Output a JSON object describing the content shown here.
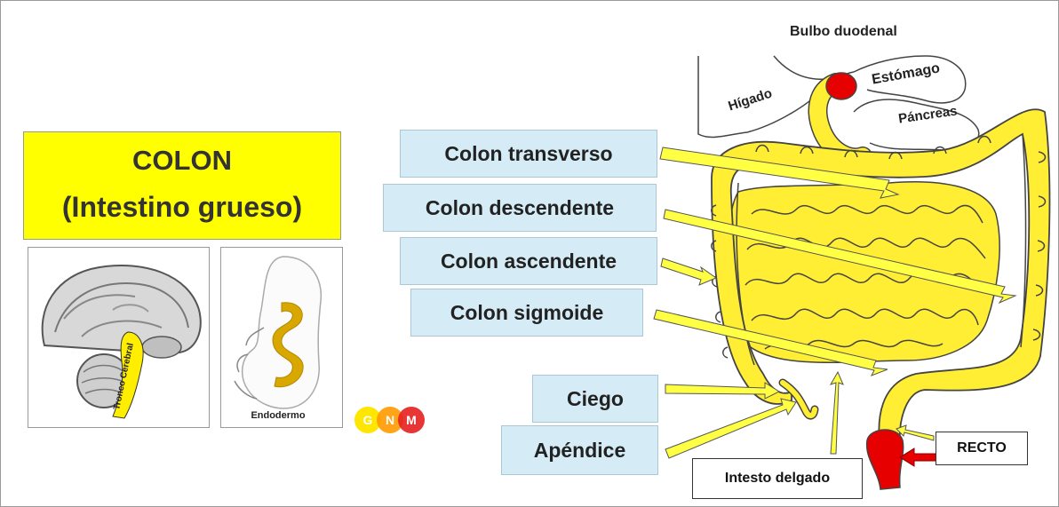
{
  "title": {
    "line1": "COLON",
    "line2": "(Intestino grueso)"
  },
  "brain_label": "Tronco Cerebral",
  "embryo_label": "Endodermo",
  "logo_letters": [
    "G",
    "N",
    "M"
  ],
  "colon_labels": {
    "transverso": "Colon transverso",
    "descendente": "Colon descendente",
    "ascendente": "Colon ascendente",
    "sigmoide": "Colon sigmoide",
    "ciego": "Ciego",
    "apendice": "Apéndice"
  },
  "anatomy_labels": {
    "bulbo": "Bulbo duodenal",
    "higado": "Hígado",
    "estomago": "Estómago",
    "pancreas": "Páncreas",
    "recto": "RECTO",
    "intestino": "Intesto delgado"
  },
  "colors": {
    "yellow": "#ffff00",
    "intestine": "#ffee33",
    "label_bg": "#d5ecf6",
    "red": "#e60000",
    "embryo": "#d9a800"
  }
}
